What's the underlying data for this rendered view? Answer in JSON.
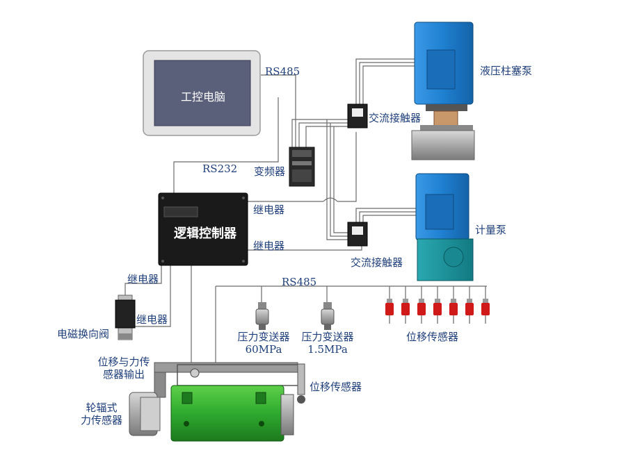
{
  "labels": {
    "ipc": "工控电脑",
    "rs485_top": "RS485",
    "rs232": "RS232",
    "vfd": "变频器",
    "logic_controller": "逻辑控制器",
    "relay_top": "继电器",
    "relay_mid": "继电器",
    "relay_left_top": "继电器",
    "relay_left_bottom": "继电器",
    "solenoid_valve": "电磁换向阀",
    "hydraulic_pump": "液压柱塞泵",
    "ac_contactor_top": "交流接触器",
    "metering_pump": "计量泵",
    "ac_contactor_bottom": "交流接触器",
    "rs485_bottom": "RS485",
    "pressure_tx_1": "压力变送器",
    "pressure_tx_1_range": "60MPa",
    "pressure_tx_2": "压力变送器",
    "pressure_tx_2_range": "1.5MPa",
    "displacement_sensors": "位移传感器",
    "displacement_force_out_1": "位移与力传",
    "displacement_force_out_2": "感器输出",
    "displacement_sensor_cyl": "位移传感器",
    "spoke_force_1": "轮辐式",
    "spoke_force_2": "力传感器"
  },
  "colors": {
    "wire": "#7a7a7a",
    "label": "#1f3f7a",
    "motor_blue": "#1f7fd0",
    "cylinder_green": "#2faa2f",
    "sensor_red": "#d01a1a",
    "controller": "#1a1a1a",
    "screen": "#5a5f7a"
  }
}
